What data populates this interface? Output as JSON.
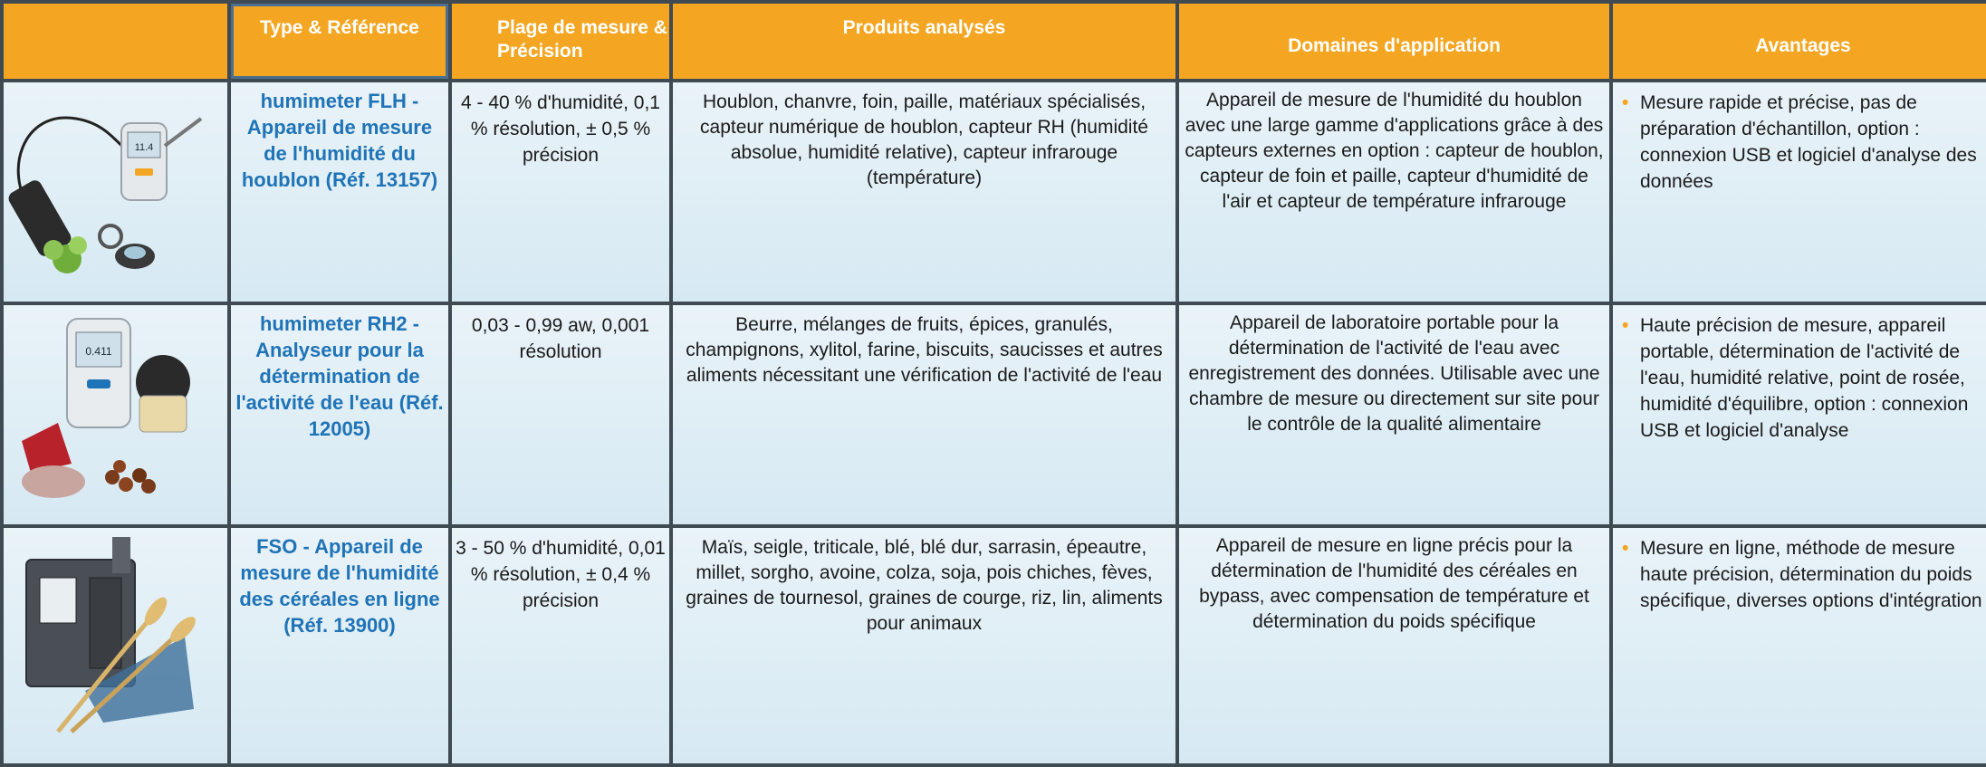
{
  "headers": {
    "type": "Type & Référence",
    "range": "Plage de mesure & Précision",
    "products": "Produits analysés",
    "domains": "Domaines d'application",
    "advantages": "Avantages"
  },
  "rows": [
    {
      "name": "humimeter FLH - Appareil de mesure de l'humidité du houblon (Réf. 13157)",
      "range": "4 - 40 % d'humidité, 0,1 % résolution, ± 0,5 % précision",
      "products": "Houblon, chanvre, foin, paille, matériaux spécialisés, capteur numérique de houblon, capteur RH (humidité absolue, humidité relative), capteur infrarouge (température)",
      "domains": "Appareil de mesure de l'humidité du houblon avec une large gamme d'applications grâce à des capteurs externes en option : capteur de houblon, capteur de foin et paille, capteur d'humidité de l'air et capteur de température infrarouge",
      "advantages": "Mesure rapide et précise, pas de préparation d'échantillon, option : connexion USB et logiciel d'analyse des données",
      "device_display": "11.4"
    },
    {
      "name": "humimeter RH2 - Analyseur pour la détermination de l'activité de l'eau (Réf. 12005)",
      "range": "0,03 - 0,99 aw, 0,001 résolution",
      "products": "Beurre, mélanges de fruits, épices, granulés, champignons, xylitol, farine, biscuits, saucisses et autres aliments nécessitant une vérification de l'activité de l'eau",
      "domains": "Appareil de laboratoire portable pour la détermination de l'activité de l'eau avec enregistrement des données. Utilisable avec une chambre de mesure ou directement sur site pour le contrôle de la qualité alimentaire",
      "advantages": "Haute précision de mesure, appareil portable, détermination de l'activité de l'eau, humidité relative, point de rosée, humidité d'équilibre, option : connexion USB et logiciel d'analyse",
      "device_display": "0.411"
    },
    {
      "name": "FSO - Appareil de mesure de l'humidité des céréales en ligne (Réf. 13900)",
      "range": "3 - 50 % d'humidité, 0,01 % résolution, ± 0,4 % précision",
      "products": "Maïs, seigle, triticale, blé, blé dur, sarrasin, épeautre, millet, sorgho, avoine, colza, soja, pois chiches, fèves, graines de tournesol, graines de courge, riz, lin, aliments pour animaux",
      "domains": "Appareil de mesure en ligne précis pour la détermination de l'humidité des céréales en bypass, avec compensation de température et détermination du poids spécifique",
      "advantages": "Mesure en ligne, méthode de mesure haute précision, détermination du poids spécifique, diverses options d'intégration"
    }
  ],
  "colors": {
    "header": "#f4a622",
    "name": "#1f73b7",
    "grid": "#3f4a52"
  }
}
